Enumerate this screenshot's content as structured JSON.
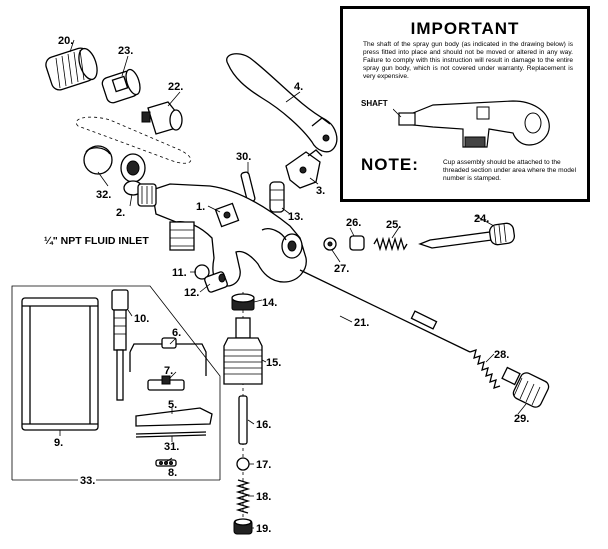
{
  "important": {
    "title": "IMPORTANT",
    "text": "The shaft of the spray gun body (as indicated in the drawing below) is press fitted into place and should not be moved or altered in any way. Failure to comply with this instruction will result in damage to the entire spray gun body, which is not covered under warranty. Replacement is very expensive.",
    "shaft_label": "SHAFT",
    "note_title": "NOTE:",
    "note_text": "Cup assembly should be attached to the threaded section under area where the model number is stamped."
  },
  "fluid_inlet_label": "¼\" NPT FLUID INLET",
  "part_numbers": [
    "1.",
    "2.",
    "3.",
    "4.",
    "5.",
    "6.",
    "7.",
    "8.",
    "9.",
    "10.",
    "11.",
    "12.",
    "13.",
    "14.",
    "15.",
    "16.",
    "17.",
    "18.",
    "19.",
    "20.",
    "21.",
    "22.",
    "23.",
    "24.",
    "25.",
    "26.",
    "27.",
    "28.",
    "29.",
    "30.",
    "31.",
    "32.",
    "33."
  ],
  "colors": {
    "ink": "#000000",
    "paper": "#ffffff"
  }
}
